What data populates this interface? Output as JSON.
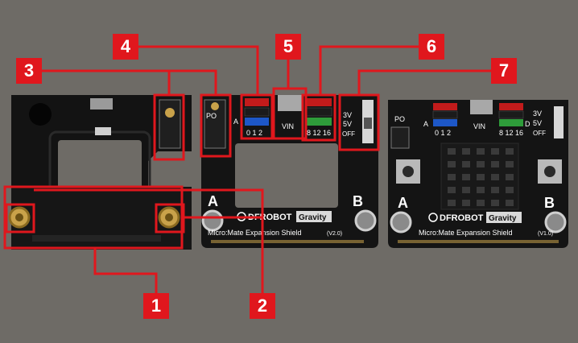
{
  "photo": {
    "subject": "micro:Mate expansion shields compared",
    "colors": {
      "background": "#6e6b66",
      "pcb": "#141414",
      "gold": "#c9a24a",
      "callout": "#e0171d"
    }
  },
  "callouts": [
    {
      "number": "1"
    },
    {
      "number": "2"
    },
    {
      "number": "3"
    },
    {
      "number": "4"
    },
    {
      "number": "5"
    },
    {
      "number": "6"
    },
    {
      "number": "7"
    }
  ],
  "board_v2": {
    "brand": "DFROBOT",
    "badge": "Gravity",
    "title": "Micro:Mate Expansion Shield",
    "version": "(V2.0)",
    "button_a": "A",
    "button_b": "B",
    "po_label": "PO",
    "analog_label": "A",
    "analog_pins": "0 1 2",
    "vin_label": "VIN",
    "digital_pins": "8 12 16",
    "v3_label": "3V",
    "v5_label": "5V",
    "off_label": "OFF",
    "row_3v": "3V",
    "row_5v": "5V"
  },
  "board_v1": {
    "brand": "DFROBOT",
    "badge": "Gravity",
    "title": "Micro:Mate Expansion Shield",
    "version": "(V1.0)",
    "button_a": "A",
    "button_b": "B",
    "po_label": "PO",
    "analog_label": "A",
    "analog_pins": "0 1 2",
    "vin_label": "VIN",
    "d_label": "D",
    "digital_pins": "8 12 16",
    "v3_label": "3V",
    "v5_label": "5V",
    "off_label": "OFF",
    "row_3v": "3V",
    "row_5v": "5V"
  }
}
